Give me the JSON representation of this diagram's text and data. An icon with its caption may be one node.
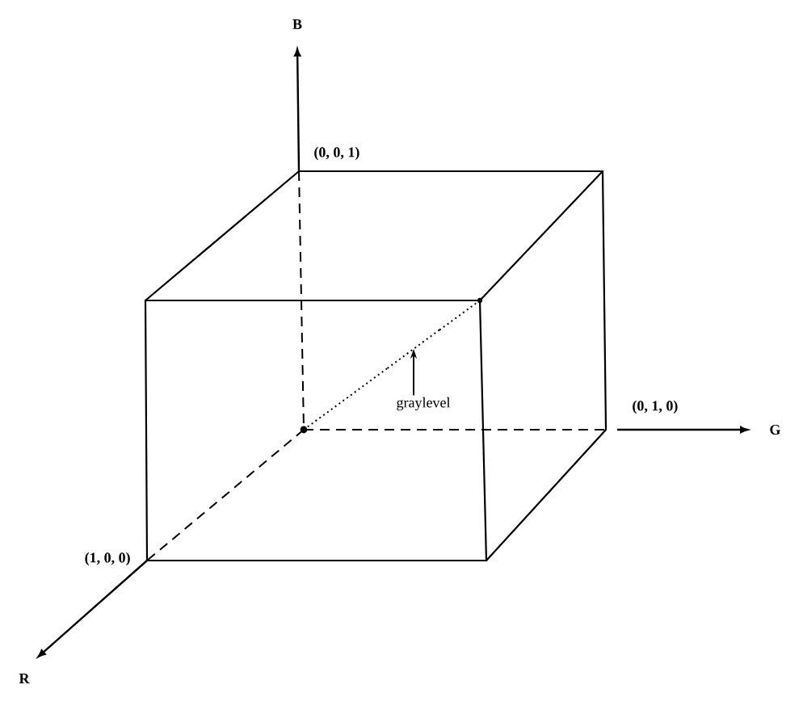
{
  "diagram": {
    "nodes": [
      {
        "text": [
          "graylevel"
        ]
      },
      {
        "text": [],
        "shape": "line"
      }
    ],
    "edges": [
      {
        "from": 0,
        "to": 1,
        "arrow": "to"
      }
    ],
    "labels": [
      "B",
      "(0, 0, 1)",
      "(0, 1, 0)",
      "G",
      "(1, 0, 0)",
      "R"
    ]
  }
}
